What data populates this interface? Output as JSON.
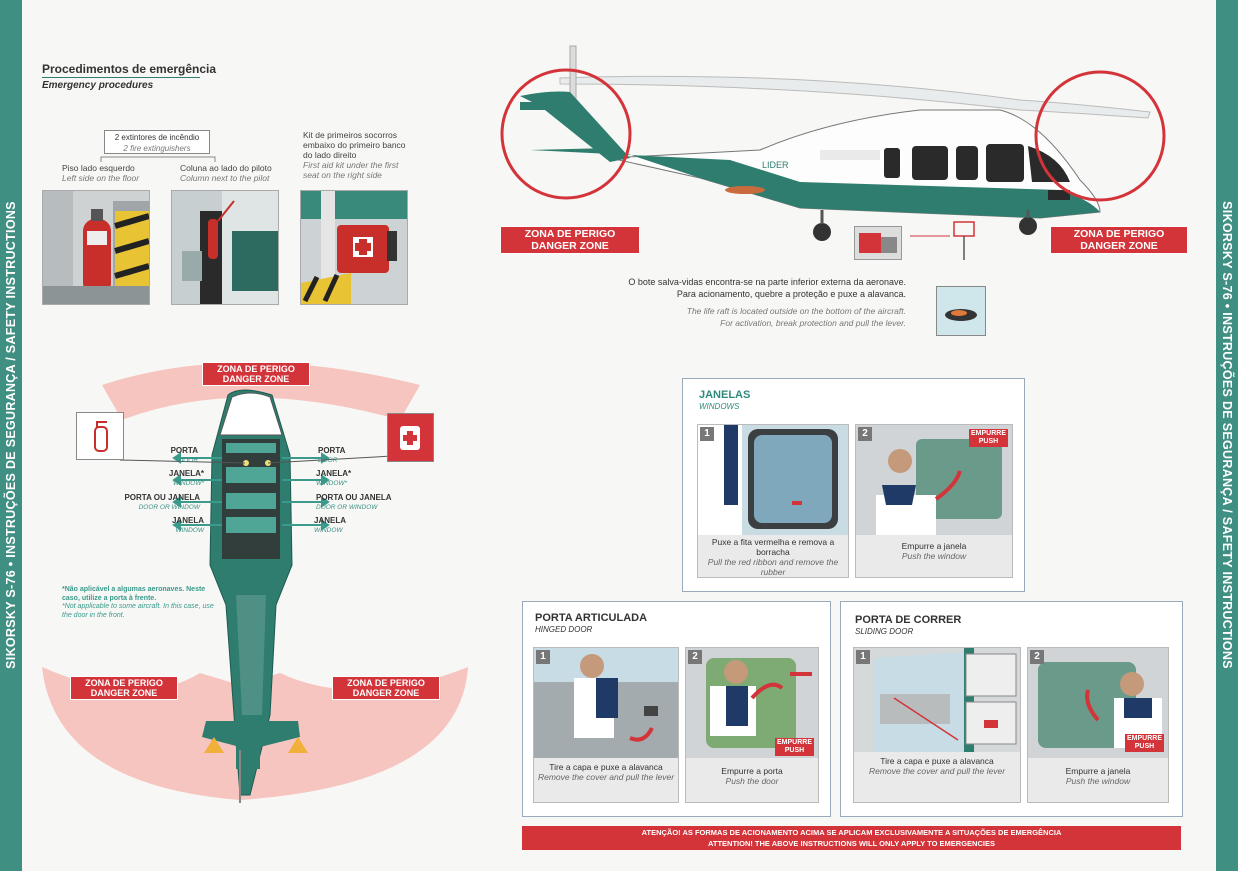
{
  "strip": {
    "left_text": "SIKORSKY S-76 • INSTRUÇÕES DE SEGURANÇA / SAFETY INSTRUCTIONS",
    "right_text": "SIKORSKY S-76 • INSTRUÇÕES DE SEGURANÇA / SAFETY INSTRUCTIONS"
  },
  "header": {
    "title": "Procedimentos de emergência",
    "subtitle": "Emergency procedures"
  },
  "extinguishers": {
    "title": "2 extintores de incêndio",
    "title_en": "2 fire extinguishers"
  },
  "equipment": [
    {
      "pt": "Piso lado esquerdo",
      "en": "Left side on the floor"
    },
    {
      "pt": "Coluna ao lado do piloto",
      "en": "Column next to the pilot"
    },
    {
      "pt": "Kit de primeiros socorros embaixo do primeiro banco do lado direito",
      "en": "First aid kit under the first seat on the right side"
    }
  ],
  "danger_zone": {
    "pt": "ZONA DE PERIGO",
    "en": "DANGER ZONE"
  },
  "top_view": {
    "porta": "PORTA",
    "door": "DOOR",
    "janela": "JANELA",
    "window": "WINDOW",
    "janela_star": "JANELA*",
    "window_star": "WINDOW*",
    "porta_ou_janela": "PORTA OU JANELA",
    "door_or_window": "DOOR OR WINDOW",
    "note_pt": "*Não aplicável a algumas aeronaves. Neste caso, utilize a porta à frente.",
    "note_en": "*Not applicable to some aircraft. In this case, use the door in the front."
  },
  "heli": {
    "logo": "LIDER"
  },
  "raft": {
    "pt_line1": "O bote salva-vidas encontra-se na parte inferior externa da aeronave.",
    "pt_line2": "Para acionamento, quebre a proteção e puxe a alavanca.",
    "en_line1": "The life raft is located outside on the bottom of the aircraft.",
    "en_line2": "For activation, break protection and pull the lever."
  },
  "windows": {
    "title": "JANELAS",
    "subtitle": "WINDOWS",
    "steps": [
      {
        "num": "1",
        "pt": "Puxe a fita vermelha e remova a borracha",
        "en": "Pull the red ribbon and remove the rubber"
      },
      {
        "num": "2",
        "pt": "Empurre a janela",
        "en": "Push the window"
      }
    ]
  },
  "push": {
    "pt": "EMPURRE",
    "en": "PUSH"
  },
  "hinged": {
    "title": "PORTA ARTICULADA",
    "subtitle": "HINGED DOOR",
    "steps": [
      {
        "num": "1",
        "pt": "Tire a capa e puxe a alavanca",
        "en": "Remove the cover and pull the lever"
      },
      {
        "num": "2",
        "pt": "Empurre a porta",
        "en": "Push the door"
      }
    ]
  },
  "sliding": {
    "title": "PORTA DE CORRER",
    "subtitle": "SLIDING DOOR",
    "steps": [
      {
        "num": "1",
        "pt": "Tire a capa e puxe a alavanca",
        "en": "Remove the cover and pull the lever"
      },
      {
        "num": "2",
        "pt": "Empurre a janela",
        "en": "Push the window"
      }
    ]
  },
  "warning": {
    "pt": "ATENÇÃO! AS FORMAS DE ACIONAMENTO ACIMA SE APLICAM EXCLUSIVAMENTE A SITUAÇÕES DE EMERGÊNCIA",
    "en": "ATTENTION! THE ABOVE INSTRUCTIONS WILL ONLY APPLY TO EMERGENCIES"
  },
  "colors": {
    "teal": "#2f7d6e",
    "danger": "#d3343a",
    "zone_pink": "#f6c5c0"
  }
}
